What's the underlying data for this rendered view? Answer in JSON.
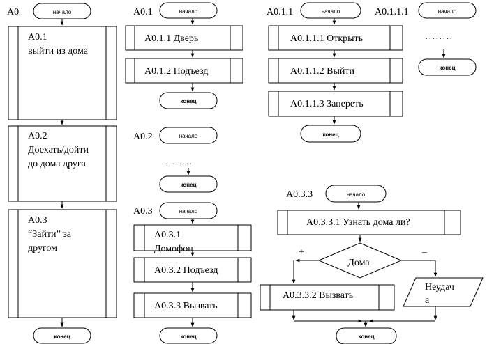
{
  "labels": {
    "a0": "A0",
    "a01": "A0.1",
    "a011": "A0.1.1",
    "a0111": "A0.1.1.1",
    "a02": "A0.2",
    "a03": "A0.3",
    "a033": "A0.3.3"
  },
  "terminals": {
    "start": "начало",
    "end": "конец"
  },
  "col_a0": {
    "b1": [
      "A0.1",
      "выйти из дома"
    ],
    "b2": [
      "A0.2",
      "Доехать/дойти",
      "до дома друга"
    ],
    "b3": [
      "A0.3",
      "“Зайти” за",
      "другом"
    ]
  },
  "col_a01": {
    "b1": "A0.1.1 Дверь",
    "b2": "A0.1.2 Подъезд"
  },
  "col_a011": {
    "b1": "A0.1.1.1 Открыть",
    "b2": "A0.1.1.2 Выйти",
    "b3": "A0.1.1.3 Запереть"
  },
  "ellipsis": ". . . . . . . .",
  "col_a03": {
    "b1": [
      "A0.3.1",
      "Домофон"
    ],
    "b2": "A0.3.2 Подъезд",
    "b3": "A0.3.3 Вызвать"
  },
  "col_a033": {
    "check": "A0.3.3.1 Узнать дома ли?",
    "decision": "Дома",
    "plus": "+",
    "minus": "–",
    "call": "A0.3.3.2 Вызвать",
    "fail": [
      "Неудач",
      "а"
    ]
  }
}
